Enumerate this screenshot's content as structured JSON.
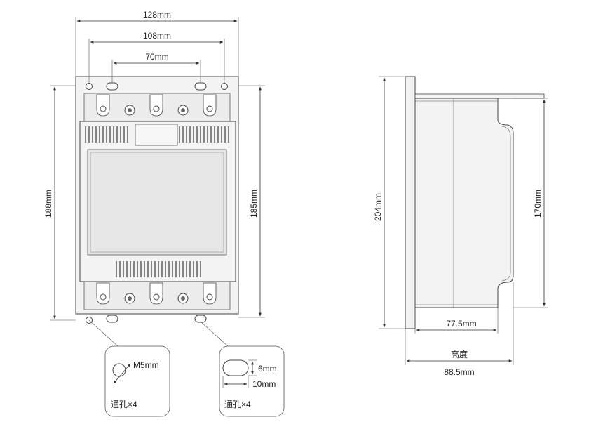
{
  "front_view": {
    "width_outer": "128mm",
    "width_holes": "108mm",
    "width_slots": "70mm",
    "height_outer": "188mm",
    "height_holes": "185mm"
  },
  "side_view": {
    "height_total": "204mm",
    "height_body": "170mm",
    "depth_body": "77.5mm",
    "depth_label": "高度",
    "depth_total": "88.5mm"
  },
  "callouts": {
    "round_hole": {
      "size": "M5mm",
      "count": "通孔×4"
    },
    "slot_hole": {
      "height": "6mm",
      "width": "10mm",
      "count": "通孔×4"
    }
  }
}
